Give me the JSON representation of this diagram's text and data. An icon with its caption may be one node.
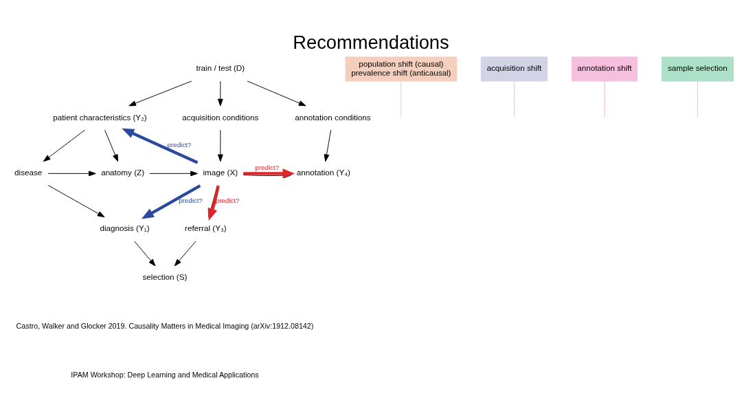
{
  "diagram": {
    "title": "Recommendations",
    "nodes": [
      {
        "text": [
          "train / test (D)"
        ]
      },
      {
        "text": [
          "patient characteristics (Y₂)"
        ]
      },
      {
        "text": [
          "acquisition conditions"
        ]
      },
      {
        "text": [
          "annotation conditions"
        ]
      },
      {
        "text": [
          "disease"
        ]
      },
      {
        "text": [
          "anatomy (Z)"
        ]
      },
      {
        "text": [
          "image (X)"
        ]
      },
      {
        "text": [
          "annotation (Y₄)"
        ]
      },
      {
        "text": [
          "diagnosis (Y₁)"
        ]
      },
      {
        "text": [
          "referral (Y₃)"
        ]
      },
      {
        "text": [
          "selection (S)"
        ]
      },
      {
        "text": [
          "population shift (causal)",
          "prevalence shift (anticausal)"
        ]
      },
      {
        "text": [
          "acquisition shift"
        ]
      },
      {
        "text": [
          "annotation shift"
        ]
      },
      {
        "text": [
          "sample selection"
        ]
      }
    ],
    "edges": [
      {
        "from": 0,
        "to": 1,
        "arrow": "to"
      },
      {
        "from": 0,
        "to": 2,
        "arrow": "to"
      },
      {
        "from": 0,
        "to": 3,
        "arrow": "to"
      },
      {
        "from": 1,
        "to": 4,
        "arrow": "to"
      },
      {
        "from": 1,
        "to": 5,
        "arrow": "to"
      },
      {
        "from": 4,
        "to": 5,
        "arrow": "to"
      },
      {
        "from": 5,
        "to": 6,
        "arrow": "to"
      },
      {
        "from": 2,
        "to": 6,
        "arrow": "to"
      },
      {
        "from": 3,
        "to": 7,
        "arrow": "to"
      },
      {
        "from": 6,
        "to": 7,
        "arrow": "to"
      },
      {
        "from": 4,
        "to": 8,
        "arrow": "to"
      },
      {
        "from": 6,
        "to": 9,
        "arrow": "to"
      },
      {
        "from": 8,
        "to": 10,
        "arrow": "to"
      },
      {
        "from": 9,
        "to": 10,
        "arrow": "to"
      },
      {
        "from": 6,
        "to": 1,
        "arrow": "to",
        "label": "predict?",
        "style": "thick",
        "color": "#2b4a9e"
      },
      {
        "from": 6,
        "to": 7,
        "arrow": "to",
        "label": "predict?",
        "style": "thick",
        "color": "#e0242a"
      },
      {
        "from": 6,
        "to": 9,
        "arrow": "to",
        "label": "predict?",
        "style": "thick",
        "color": "#e0242a"
      },
      {
        "from": 6,
        "to": 8,
        "arrow": "to",
        "label": "predict?",
        "style": "thick",
        "color": "#2b4a9e"
      },
      {
        "from": 11,
        "to": null,
        "arrow": "none",
        "color": "#f2c4ad"
      },
      {
        "from": 12,
        "to": null,
        "arrow": "none",
        "color": "#c9c9e2"
      },
      {
        "from": 13,
        "to": null,
        "arrow": "none",
        "color": "#f2aad4"
      },
      {
        "from": 14,
        "to": null,
        "arrow": "none",
        "color": "#a6dcc4"
      }
    ],
    "labels": [
      "Castro, Walker and Glocker 2019. Causality Matters in Medical Imaging (arXiv:1912.08142)",
      "IPAM Workshop: Deep Learning and Medical Applications"
    ]
  }
}
